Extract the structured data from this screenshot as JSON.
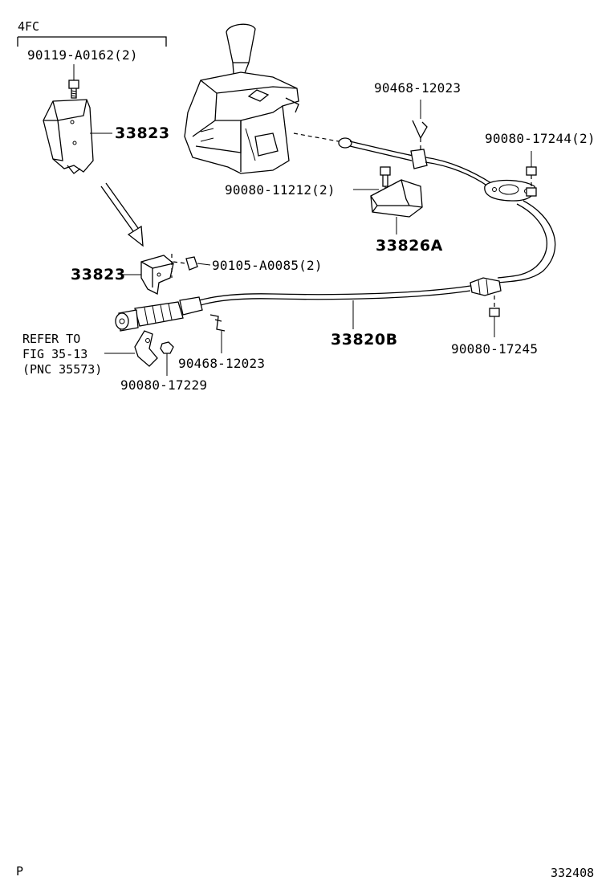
{
  "header": {
    "variant": "4FC",
    "bolt_top": "90119-A0162(2)"
  },
  "labels": {
    "bracket_upper": "33823",
    "clip_upper": "90468-12023",
    "nut_upper_right": "90080-17244(2)",
    "bolt_middle": "90080-11212(2)",
    "bracket_cable": "33826A",
    "bracket_lower": "33823",
    "bolt_lower": "90105-A0085(2)",
    "cable": "33820B",
    "nut_lower_right": "90080-17245",
    "clip_lower": "90468-12023",
    "nut_lower_left": "90080-17229"
  },
  "refer": {
    "line1": "REFER TO",
    "line2": "FIG 35-13",
    "line3": "(PNC 35573)"
  },
  "footer": {
    "corner_left": "P",
    "figure_id": "332408"
  }
}
